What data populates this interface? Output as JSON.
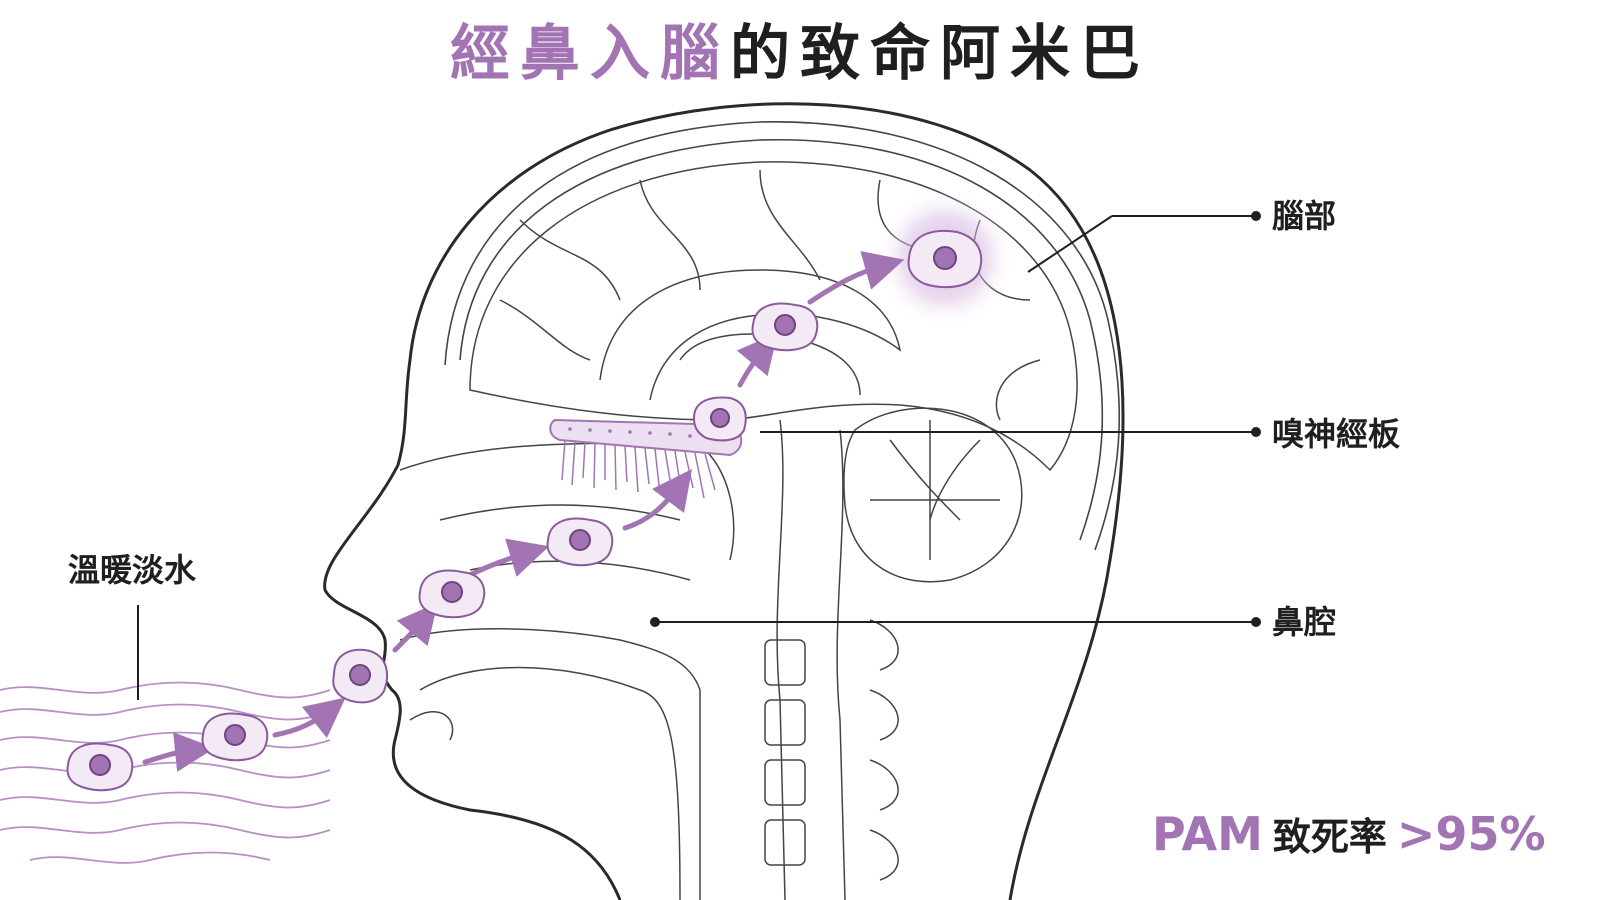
{
  "title": {
    "highlight": "經鼻入腦",
    "rest": "的致命阿米巴"
  },
  "labels": {
    "brain": "腦部",
    "cribriform_plate": "嗅神經板",
    "nasal_cavity": "鼻腔",
    "warm_freshwater": "溫暖淡水"
  },
  "stat": {
    "term": "PAM",
    "label": "致死率",
    "value": ">95%"
  },
  "colors": {
    "accent": "#a274b3",
    "ink": "#1f1f1f",
    "line": "#2a2a2a"
  },
  "icons": [
    "amoeba-icon",
    "arrow-icon",
    "water-wave-icon"
  ]
}
